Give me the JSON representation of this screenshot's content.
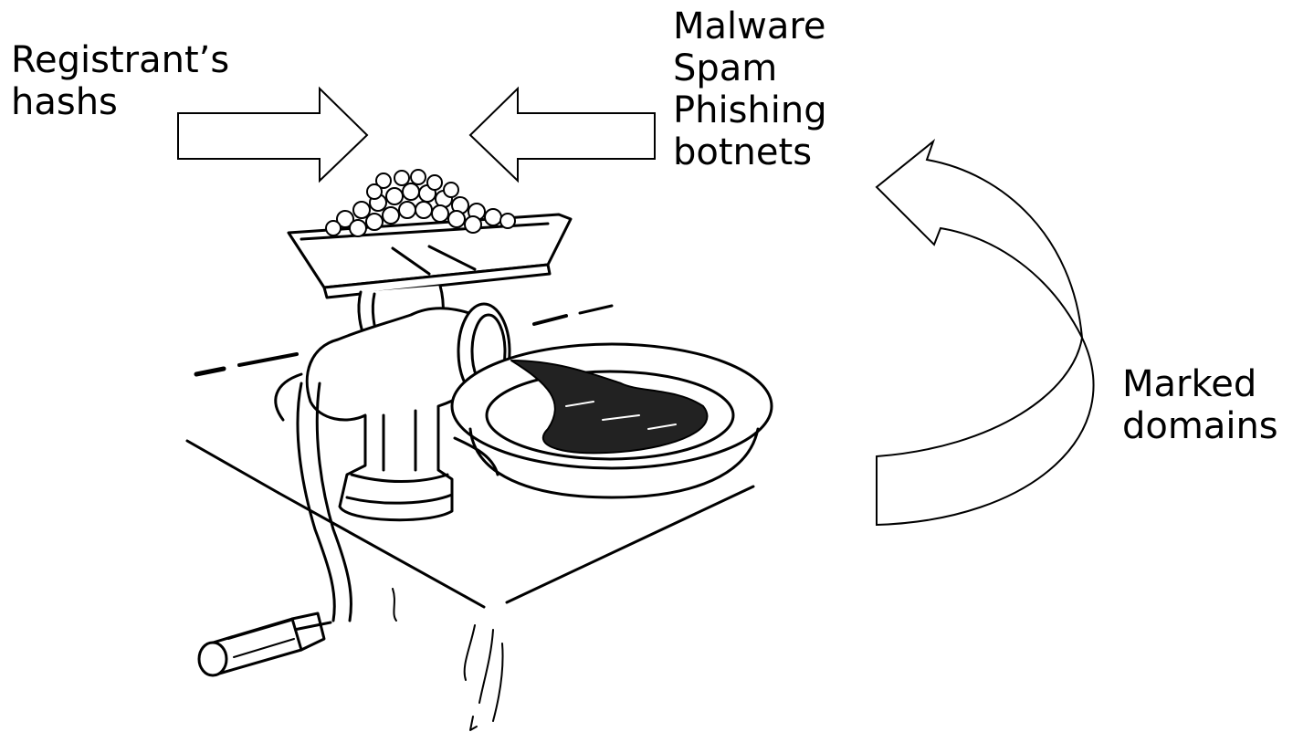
{
  "labels": {
    "registrant": [
      "Registrant’s",
      "hashs"
    ],
    "threats": [
      "Malware",
      "Spam",
      "Phishing",
      "botnets"
    ],
    "marked": [
      "Marked",
      "domains"
    ]
  },
  "illustration": {
    "subject": "meat-grinder",
    "description_icon": "meat-grinder-icon"
  },
  "colors": {
    "ink": "#000000",
    "background": "#ffffff",
    "arrow_fill": "#ffffff"
  }
}
